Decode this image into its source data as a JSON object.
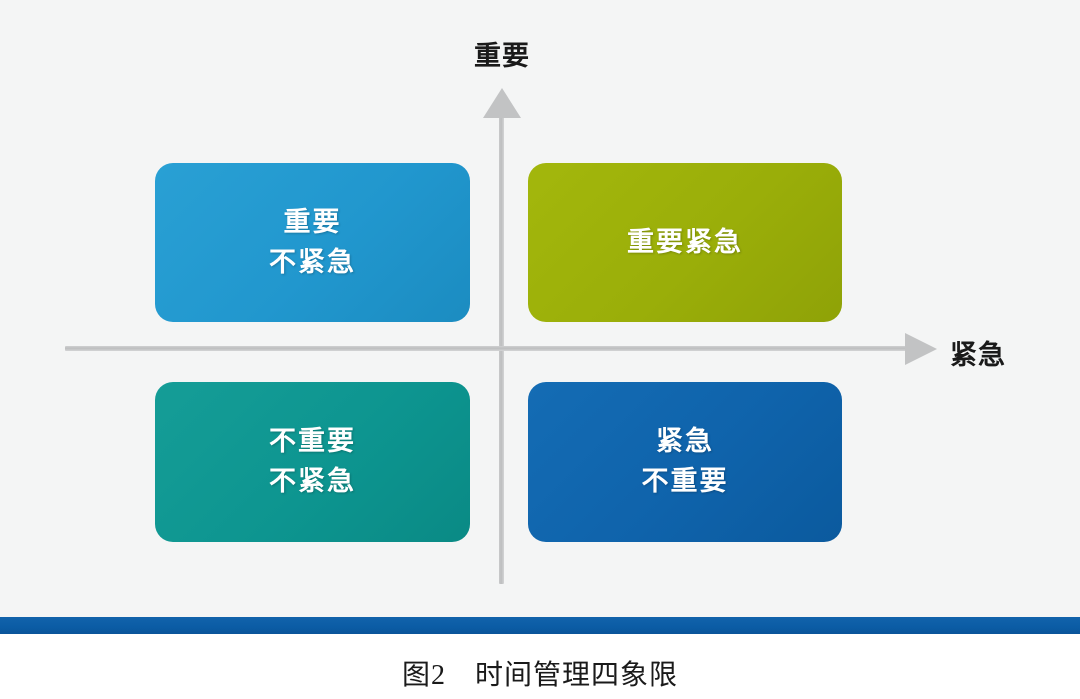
{
  "diagram": {
    "background_color": "#f4f5f5",
    "axes": {
      "vertical_label": "重要",
      "horizontal_label": "紧急",
      "axis_color": "#bdbebf"
    },
    "quadrants": [
      {
        "id": "important-not-urgent",
        "position": "top-left",
        "lines": [
          "重要",
          "不紧急"
        ],
        "color": "#2197ce"
      },
      {
        "id": "important-urgent",
        "position": "top-right",
        "lines": [
          "重要紧急"
        ],
        "color": "#9aae09"
      },
      {
        "id": "not-important-not-urgent",
        "position": "bottom-left",
        "lines": [
          "不重要",
          "不紧急"
        ],
        "color": "#0d9590"
      },
      {
        "id": "urgent-not-important",
        "position": "bottom-right",
        "lines": [
          "紧急",
          "不重要"
        ],
        "color": "#0f63ab"
      }
    ]
  },
  "footer": {
    "rule_color": "#0b5ca5",
    "caption": "图2　时间管理四象限"
  }
}
